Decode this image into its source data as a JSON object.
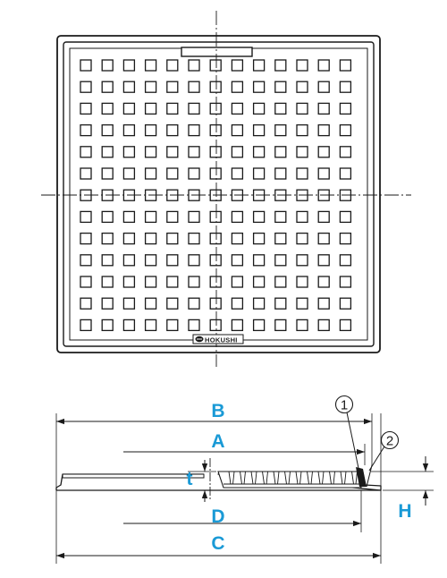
{
  "colors": {
    "line": "#1a1a1a",
    "dimension_label": "#1a9ad6",
    "background": "#ffffff"
  },
  "plan_view": {
    "grating_grid": {
      "rows": 13,
      "cols": 13
    },
    "logo": {
      "text": "HOKUSHI",
      "icon": "hokushi-logo-icon"
    }
  },
  "section_view": {
    "dimensions": {
      "B": "B",
      "A": "A",
      "t": "t",
      "D": "D",
      "C": "C",
      "H": "H"
    },
    "callouts": [
      "1",
      "2"
    ]
  }
}
